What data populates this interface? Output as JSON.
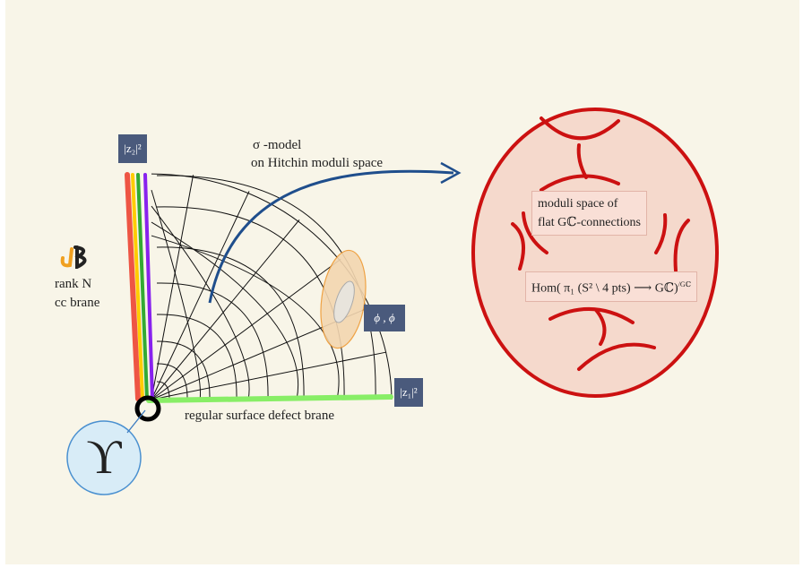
{
  "sigma_model": {
    "line1": "σ -model",
    "line2": "on Hitchin moduli space"
  },
  "cc_brane": {
    "line1": "rank N",
    "line2": "cc brane"
  },
  "defect_brane": "regular surface defect brane",
  "axis_labels": {
    "top": "|z₂|²",
    "right": "|z₁|²"
  },
  "phi_label": "ϕ , ϕ",
  "upsilon": "ϒ",
  "moduli_box": {
    "line1": "moduli space of",
    "line2": "flat Gℂ-connections"
  },
  "hom_box": "Hom( π₁ (S² \\ 4 pts) ⟶ Gℂ)",
  "hom_sup": "/Gℂ",
  "colors": {
    "background": "#f8f5e8",
    "label_box": "#4a5a7c",
    "moduli_oval_fill": "#f5d9cc",
    "moduli_oval_stroke": "#cc1111",
    "arrow": "#1f4e8c",
    "defect_brane": "#88ee66",
    "rainbow": [
      "#ee5544",
      "#ffcc00",
      "#33aa33",
      "#8822ee"
    ]
  },
  "icons": [
    "rainbow-brane-stripes",
    "quarter-disk-grid",
    "orange-ellipse",
    "black-ring",
    "blue-circle",
    "curved-arrow",
    "red-oval",
    "red-curves"
  ]
}
